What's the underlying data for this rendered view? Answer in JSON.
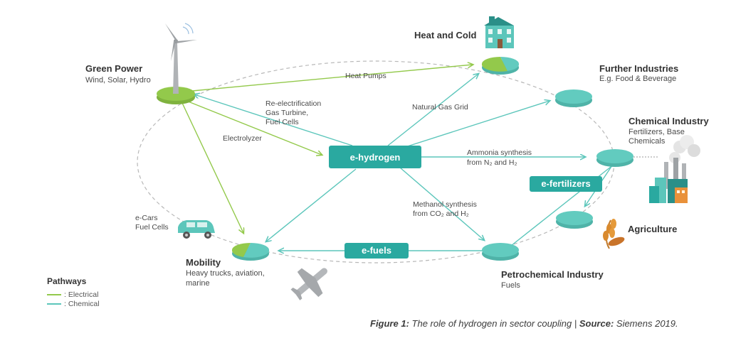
{
  "colors": {
    "electrical": "#93c94b",
    "chemical": "#5cc6bb",
    "box": "#2aa9a0",
    "disc": "#62cbbf",
    "ellipse": "#b8b8b8"
  },
  "nodes": {
    "green_power": {
      "title": "Green Power",
      "sub": "Wind, Solar, Hydro"
    },
    "heat_cold": {
      "title": "Heat and Cold"
    },
    "further_industries": {
      "title": "Further Industries",
      "sub": "E.g. Food & Beverage"
    },
    "chemical_industry": {
      "title": "Chemical Industry",
      "sub1": "Fertilizers, Base",
      "sub2": "Chemicals"
    },
    "agriculture": {
      "title": "Agriculture"
    },
    "petrochemical": {
      "title": "Petrochemical Industry",
      "sub": "Fuels"
    },
    "mobility": {
      "title": "Mobility",
      "sub1": "Heavy trucks, aviation,",
      "sub2": "marine"
    }
  },
  "boxes": {
    "e_hydrogen": "e-hydrogen",
    "e_fuels": "e-fuels",
    "e_fertilizers": "e-fertilizers"
  },
  "labels": {
    "heat_pumps": "Heat Pumps",
    "reelec_1": "Re-electrification",
    "reelec_2": "Gas Turbine,",
    "reelec_3": "Fuel Cells",
    "natural_gas_grid": "Natural Gas Grid",
    "electrolyzer": "Electrolyzer",
    "ammonia_1": "Ammonia synthesis",
    "ammonia_2": "from N₂ and H₂",
    "methanol_1": "Methanol synthesis",
    "methanol_2": "from CO₂ and H₂",
    "ecars_1": "e-Cars",
    "ecars_2": "Fuel Cells"
  },
  "legend": {
    "title": "Pathways",
    "electrical": ": Electrical",
    "chemical": ": Chemical"
  },
  "caption": {
    "figure": "Figure 1:",
    "text": " The role of hydrogen in sector coupling  |  ",
    "source_label": "Source:",
    "source_text": " Siemens 2019."
  },
  "icons": [
    "wind-turbine-icon",
    "house-icon",
    "factory-icon",
    "wheat-icon",
    "car-icon",
    "airplane-icon"
  ]
}
